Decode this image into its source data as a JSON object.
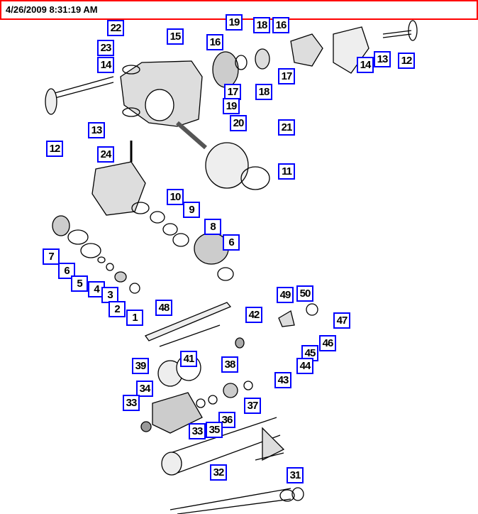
{
  "header": {
    "timestamp": "4/26/2009 8:31:19 AM"
  },
  "diagram": {
    "callouts": [
      "22",
      "15",
      "23",
      "14",
      "19",
      "18",
      "16",
      "16",
      "17",
      "17",
      "18",
      "19",
      "20",
      "21",
      "14",
      "13",
      "12",
      "13",
      "12",
      "24",
      "11",
      "10",
      "9",
      "8",
      "6",
      "7",
      "6",
      "5",
      "4",
      "3",
      "2",
      "1",
      "48",
      "49",
      "50",
      "42",
      "47",
      "46",
      "45",
      "44",
      "41",
      "43",
      "39",
      "38",
      "34",
      "37",
      "33",
      "36",
      "33",
      "35",
      "32",
      "31"
    ]
  }
}
